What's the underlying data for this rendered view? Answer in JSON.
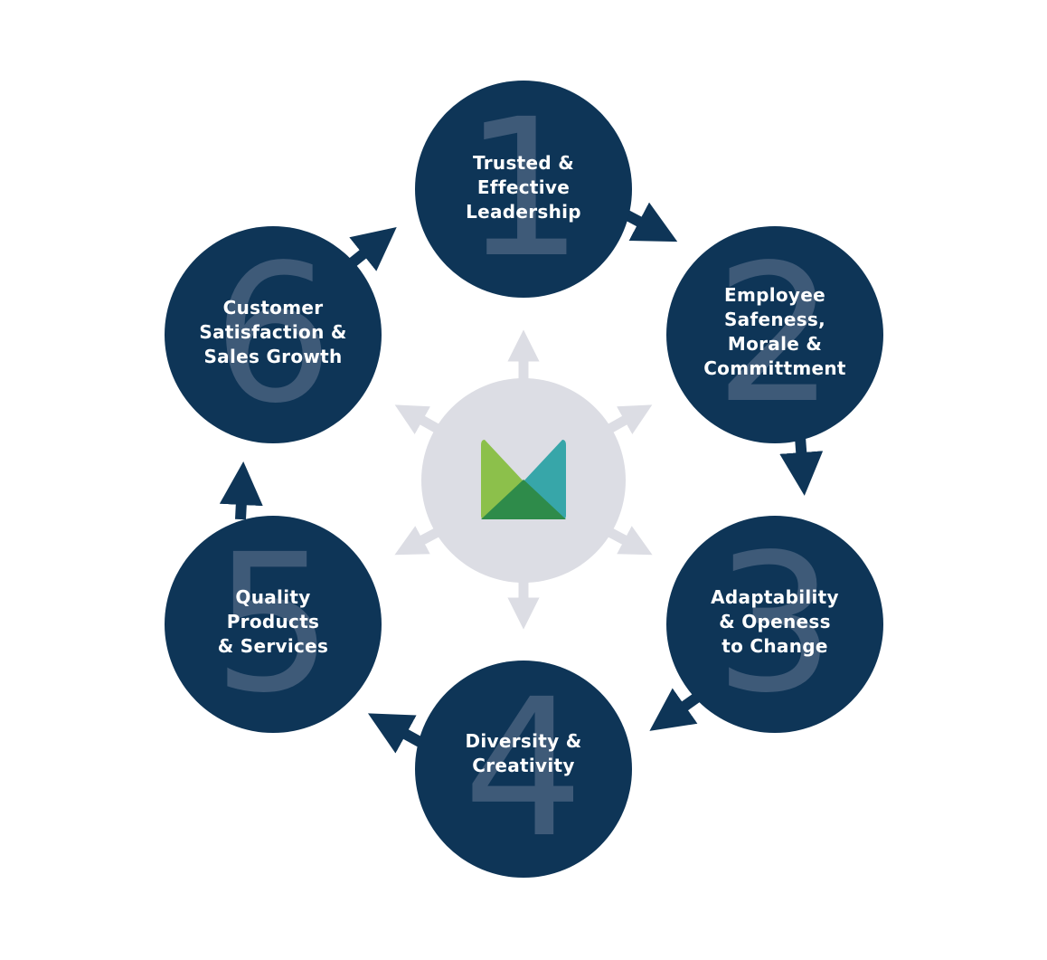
{
  "steps": [
    {
      "number": "1",
      "label": "Trusted &\nEffective\nLeadership"
    },
    {
      "number": "2",
      "label": "Employee\nSafeness,\nMorale &\nCommittment"
    },
    {
      "number": "3",
      "label": "Adaptability\n& Openess\nto Change"
    },
    {
      "number": "4",
      "label": "Diversity &\nCreativity"
    },
    {
      "number": "5",
      "label": "Quality\nProducts\n& Services"
    },
    {
      "number": "6",
      "label": "Customer\nSatisfaction &\nSales Growth"
    }
  ],
  "colors": {
    "circle": "#0e3557",
    "number": "#3e5a78",
    "hub": "#dcdde4",
    "logo_light_green": "#8cc04b",
    "logo_dark_green": "#2e8b4a",
    "logo_teal": "#37a6a9"
  }
}
